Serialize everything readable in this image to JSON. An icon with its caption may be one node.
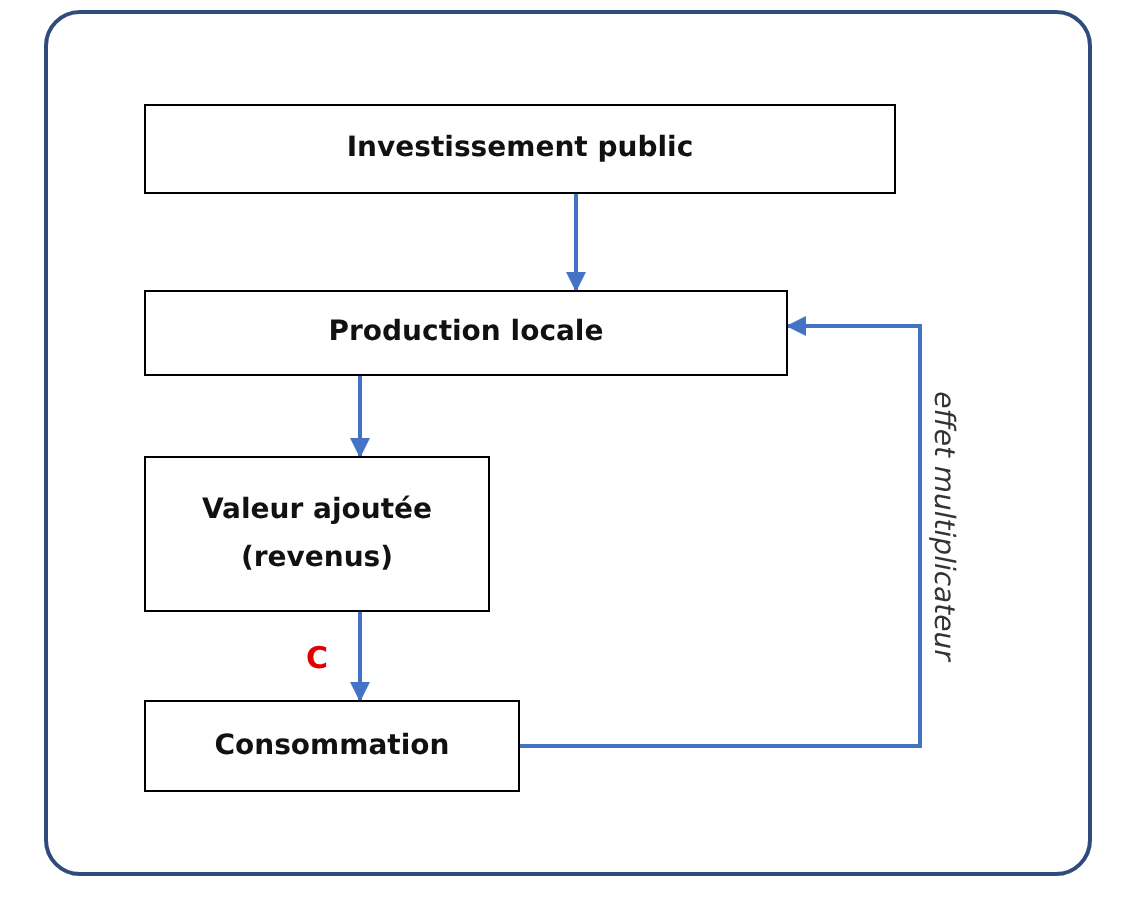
{
  "diagram": {
    "nodes": [
      {
        "text": [
          "Investissement public"
        ]
      },
      {
        "text": [
          "Production locale"
        ]
      },
      {
        "text": [
          "Valeur ajoutée (revenus)"
        ]
      },
      {
        "text": [
          "Consommation"
        ]
      }
    ],
    "edges": [
      {
        "from": 0,
        "to": 1,
        "arrow": "to"
      },
      {
        "from": 1,
        "to": 2,
        "arrow": "to"
      },
      {
        "from": 2,
        "to": 3,
        "arrow": "to",
        "label": "C"
      },
      {
        "from": 3,
        "to": 1,
        "arrow": "to",
        "label": "effet multiplicateur"
      }
    ]
  }
}
